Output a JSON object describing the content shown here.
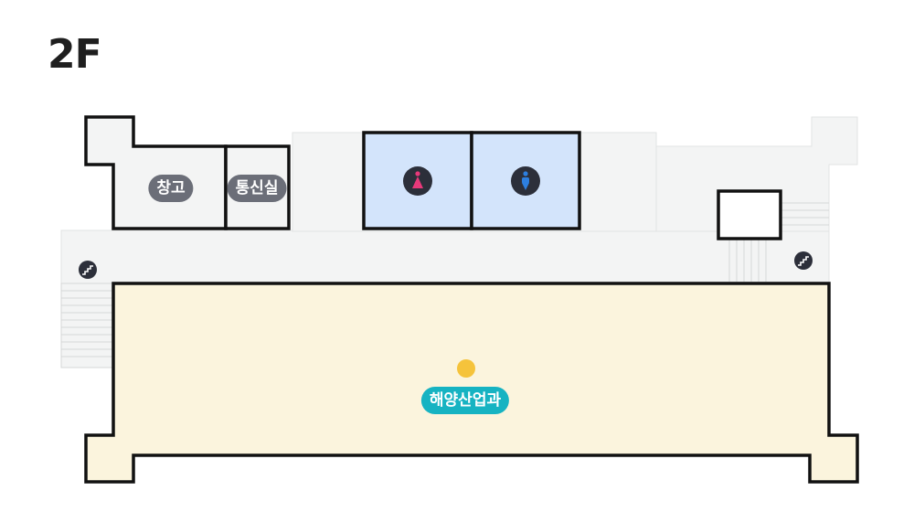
{
  "floor": {
    "label": "2F"
  },
  "rooms": {
    "storage": {
      "label": "창고"
    },
    "telecom": {
      "label": "통신실"
    },
    "womens_restroom": {
      "icon": "female-restroom-icon"
    },
    "mens_restroom": {
      "icon": "male-restroom-icon"
    },
    "marine_dept": {
      "label": "해양산업과",
      "marker": "location-dot-icon"
    }
  },
  "stairs": [
    {
      "icon": "stairs-icon"
    },
    {
      "icon": "stairs-icon"
    }
  ],
  "colors": {
    "corridor": "#f3f4f4",
    "restroom": "#d3e4fb",
    "department": "#fbf4dd",
    "wall": "#111111",
    "room_label": "#6b6e78",
    "dept_label": "#16b3c2",
    "marker": "#f5c33b",
    "female": "#e8397a",
    "male": "#2d7fe0"
  }
}
